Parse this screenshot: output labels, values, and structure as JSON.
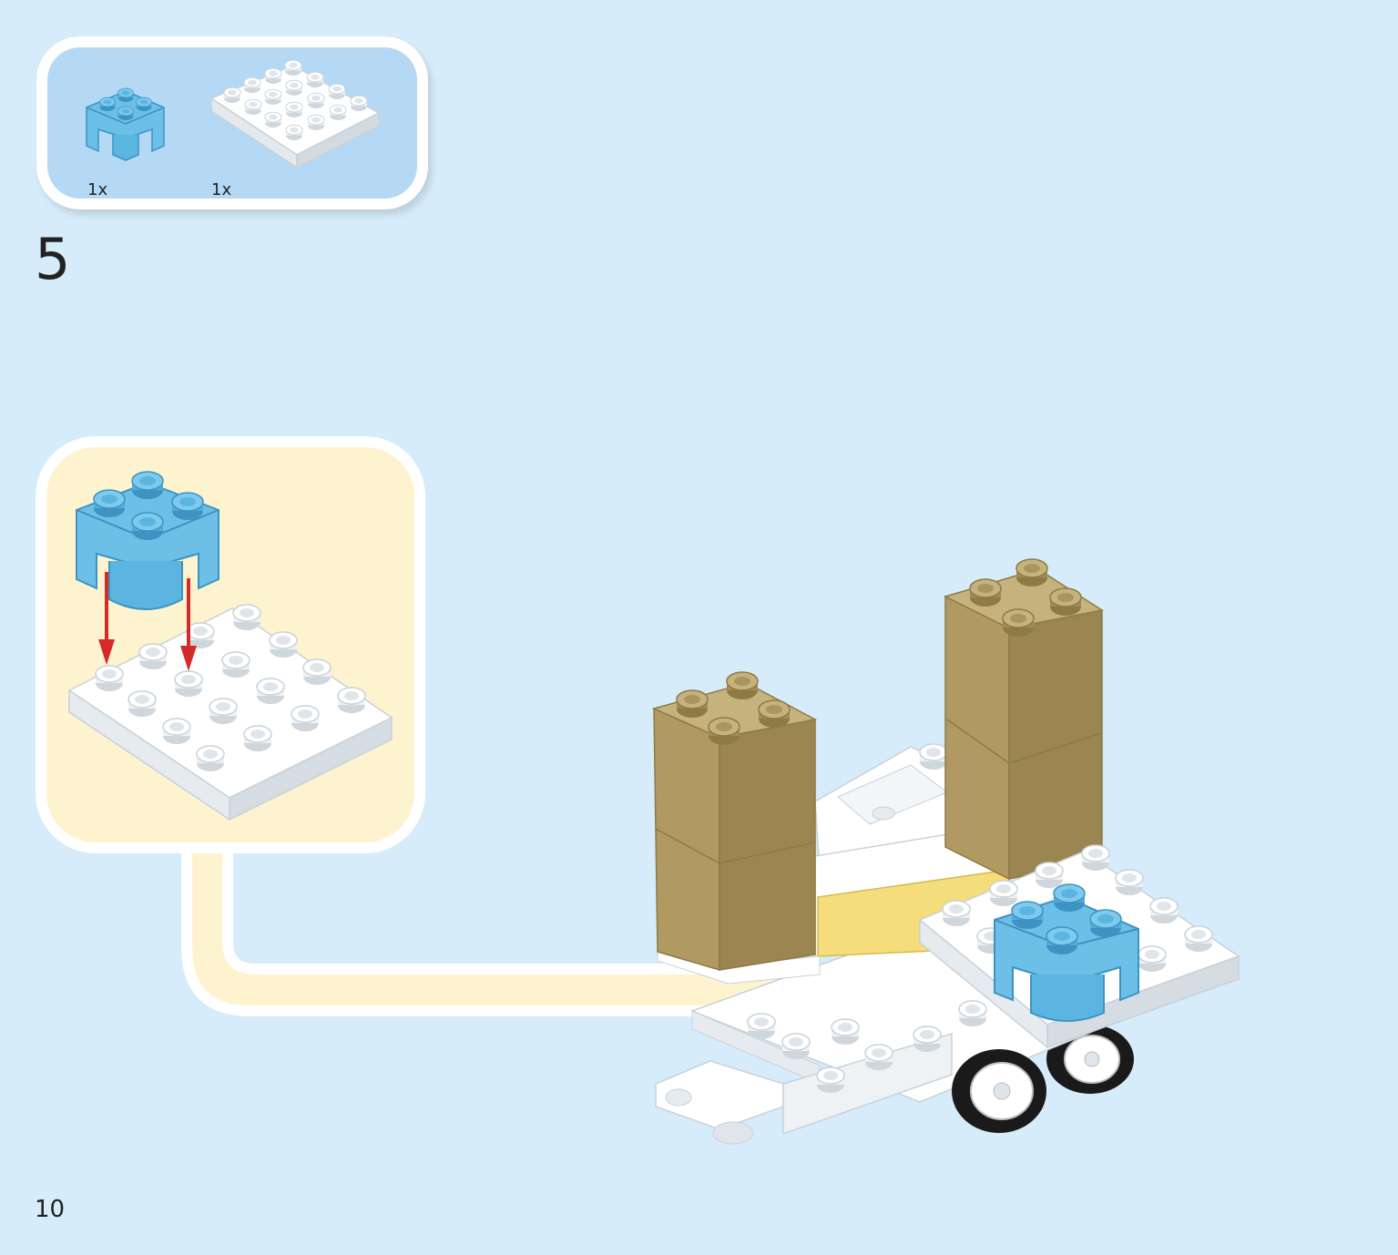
{
  "page": {
    "number": "10",
    "background": "#d6ecfa"
  },
  "step": {
    "number": "5"
  },
  "parts": [
    {
      "name": "duplo-2x2-round-brick-azure",
      "quantity": "1x",
      "color": "#6cbfe6"
    },
    {
      "name": "duplo-4x4-plate-white",
      "quantity": "1x",
      "color": "#ffffff"
    }
  ],
  "callout": {
    "background": "#fdf4cf",
    "arrow_color": "#d42a2a"
  },
  "model": {
    "tan_color": "#b09a62",
    "yellow_color": "#f4dd7a"
  }
}
